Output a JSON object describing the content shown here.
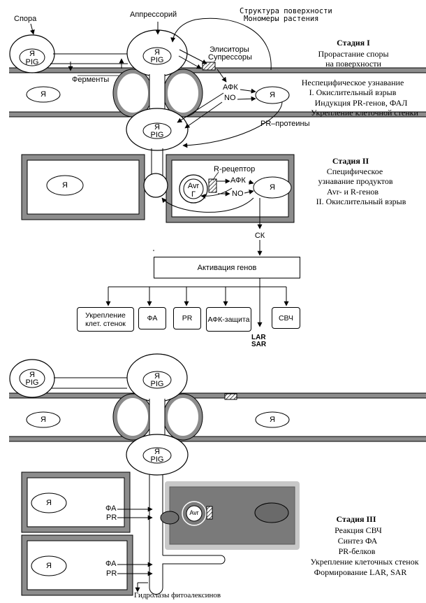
{
  "nucleus": "Я",
  "pig": "PIG",
  "stage1": {
    "title": "Стадия I",
    "lines": [
      "Прорастание споры",
      "на поверхности",
      "Неспецифическое узнавание",
      "I. Окислительный взрыв",
      "Индукция PR-генов, ФАЛ",
      "Укрепление клеточной стенки"
    ],
    "spore": "Спора",
    "appressorium": "Аппрессорий",
    "surface_structure": "Структура поверхности",
    "plant_monomers": "Мономеры растения",
    "elicitors": "Элиситоры",
    "suppressors": "Супрессоры",
    "enzymes": "Ферменты",
    "afk": "АФК",
    "no": "NO",
    "pr_proteins": "PR–протеины"
  },
  "stage2": {
    "title": "Стадия II",
    "lines": [
      "Специфическое",
      "узнавание продуктов",
      "Avr- и R-генов",
      "II. Окислительный взрыв"
    ],
    "r_receptor": "R-рецептор",
    "avr": "Avr",
    "g": "Г",
    "afk": "АФК",
    "no": "NO",
    "sk": "СК",
    "gene_activation": "Активация генов",
    "outputs": [
      "Укрепление клет. стенок",
      "ФА",
      "PR",
      "АФК-защита",
      "СВЧ"
    ],
    "lar": "LAR",
    "sar": "SAR"
  },
  "stage3": {
    "title": "Стадия III",
    "lines": [
      "Реакция СВЧ",
      "Синтез ФА",
      "PR-белков",
      "Укрепление клеточных стенок",
      "Формирование LAR, SAR"
    ],
    "fa": "ФА",
    "pr": "PR",
    "avr": "Avr",
    "hydrolases": "Гидролазы фитоалексинов"
  },
  "colors": {
    "membrane_gray": "#8c8c8c",
    "dark_gray": "#6f6f6f",
    "light_gray": "#c8c8c8",
    "dead_cell": "#7a7a7a"
  }
}
